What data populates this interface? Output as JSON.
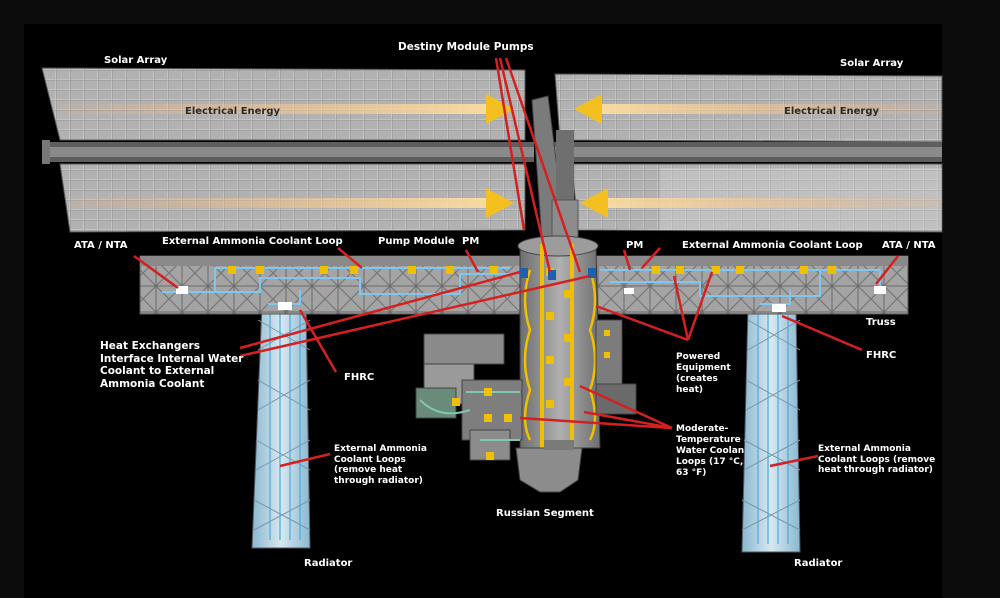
{
  "labels": {
    "destiny_pumps": "Destiny Module Pumps",
    "solar_array_left": "Solar Array",
    "solar_array_right": "Solar Array",
    "electrical_energy_left": "Electrical Energy",
    "electrical_energy_right": "Electrical Energy",
    "ata_nta_left": "ATA / NTA",
    "ata_nta_right": "ATA / NTA",
    "ext_loop_left": "External Ammonia Coolant Loop",
    "ext_loop_right": "External Ammonia Coolant Loop",
    "pump_module": "Pump Module",
    "pm_left": "PM",
    "pm_right": "PM",
    "truss": "Truss",
    "fhrc_left": "FHRC",
    "fhrc_right": "FHRC",
    "heat_exchangers": "Heat Exchangers Interface Internal Water Coolant to External Ammonia Coolant",
    "powered_equipment": "Powered Equipment (creates heat)",
    "moderate_loops": "Moderate-Temperature Water Coolan Loops (17 °C, 63 °F)",
    "ext_loops_left": "External Ammonia Coolant Loops (remove heat through radiator)",
    "ext_loops_right": "External Ammonia Coolant Loops (remove heat through radiator)",
    "russian_segment": "Russian Segment",
    "radiator_left": "Radiator",
    "radiator_right": "Radiator"
  },
  "colors": {
    "background": "#0c0c0c",
    "panel_black": "#000000",
    "solar_cell": "#b9b9b9",
    "truss": "#9d9d9d",
    "module": "#8f8f8f",
    "coolant_line": "#7ec8f0",
    "callout_line": "#d42020",
    "arrow": "#f4c020",
    "equipment": "#f0c000"
  }
}
